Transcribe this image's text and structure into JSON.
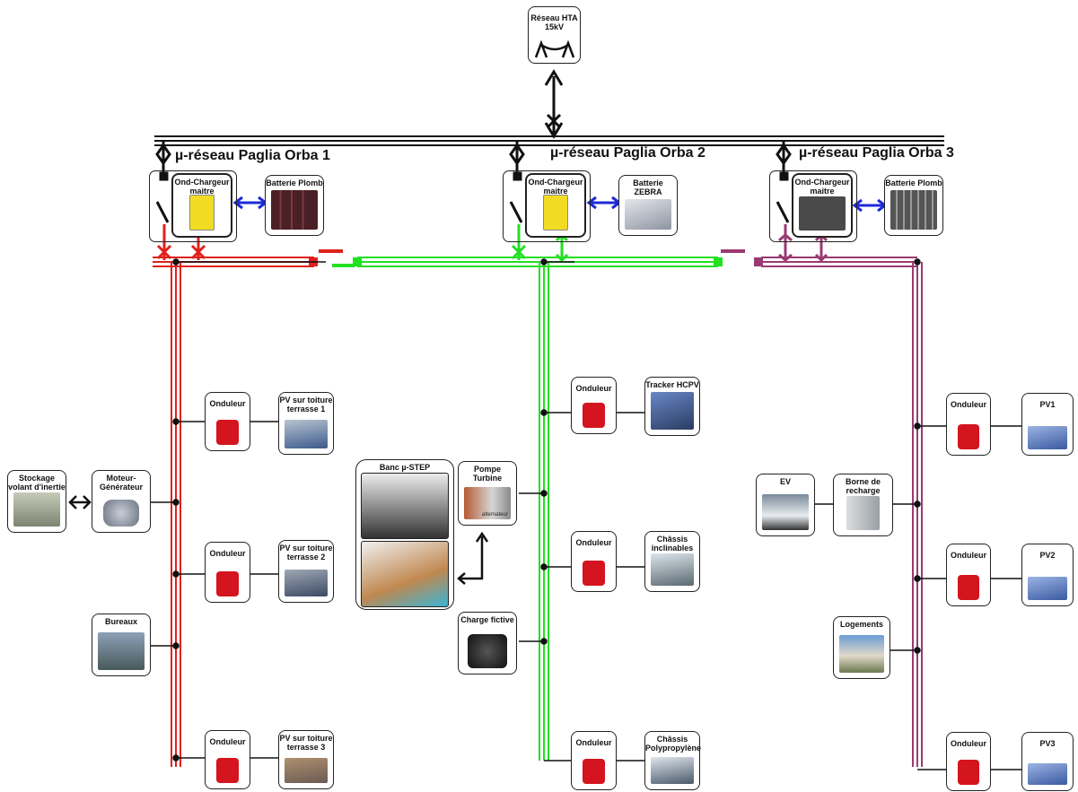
{
  "grid": {
    "label": "Réseau HTA 15kV"
  },
  "microgrids": [
    {
      "title": "µ-réseau Paglia Orba 1",
      "color": "#e0201c",
      "charger_label": "Ond-Chargeur maitre",
      "battery_label": "Batterie Plomb"
    },
    {
      "title": "µ-réseau Paglia Orba 2",
      "color": "#22e022",
      "charger_label": "Ond-Chargeur maitre",
      "battery_label": "Batterie ZEBRA"
    },
    {
      "title": "µ-réseau Paglia Orba 3",
      "color": "#9a3a72",
      "charger_label": "Ond-Chargeur maitre",
      "battery_label": "Batterie Plomb"
    }
  ],
  "labels": {
    "onduleur": "Onduleur",
    "pv_roof_1": "PV sur toiture terrasse 1",
    "pv_roof_2": "PV sur toiture terrasse 2",
    "pv_roof_3": "PV sur toiture terrasse 3",
    "stockage": "Stockage volant d'inertie",
    "moteur": "Moteur-Générateur",
    "bureaux": "Bureaux",
    "tracker": "Tracker HCPV",
    "banc": "Banc µ-STEP",
    "pompe": "Pompe Turbine",
    "alternateur": "alternateur",
    "chassis_incl": "Châssis inclinables",
    "charge": "Charge fictive",
    "chassis_poly": "Châssis Polypropylène",
    "pv1": "PV1",
    "pv2": "PV2",
    "pv3": "PV3",
    "ev": "EV",
    "borne": "Borne de recharge",
    "logements": "Logements"
  },
  "icons": {
    "inverter": "inverter-icon",
    "solar": "solar-panel-icon",
    "battery": "battery-icon",
    "switch": "breaker-switch-icon"
  }
}
